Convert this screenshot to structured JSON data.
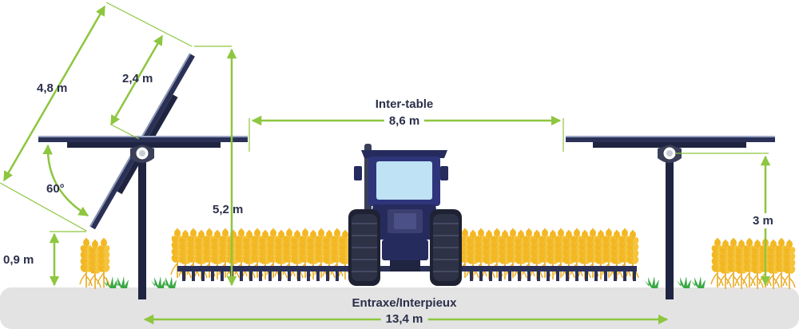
{
  "colors": {
    "dimension_line": "#8dc63f",
    "panel": "#2b3156",
    "panel_edge": "#6b7a99",
    "post": "#1f2440",
    "ground": "#e3e3e3",
    "wheat": "#f2b824",
    "grass": "#3aa845",
    "tractor_body": "#262b5e",
    "text": "#2b2f4a"
  },
  "icons": [
    "tracker-left-icon",
    "tracker-right-icon",
    "tractor-icon",
    "wheat-icon",
    "grass-icon"
  ],
  "labels": {
    "panel_length": "4,8 m",
    "half_panel": "2,4 m",
    "tilt_angle": "60°",
    "min_height": "0,9 m",
    "max_height": "5,2 m",
    "inter_table_title": "Inter-table",
    "inter_table_value": "8,6 m",
    "axis_height": "3 m",
    "entraxe_title": "Entraxe/Interpieux",
    "entraxe_value": "13,4 m"
  }
}
